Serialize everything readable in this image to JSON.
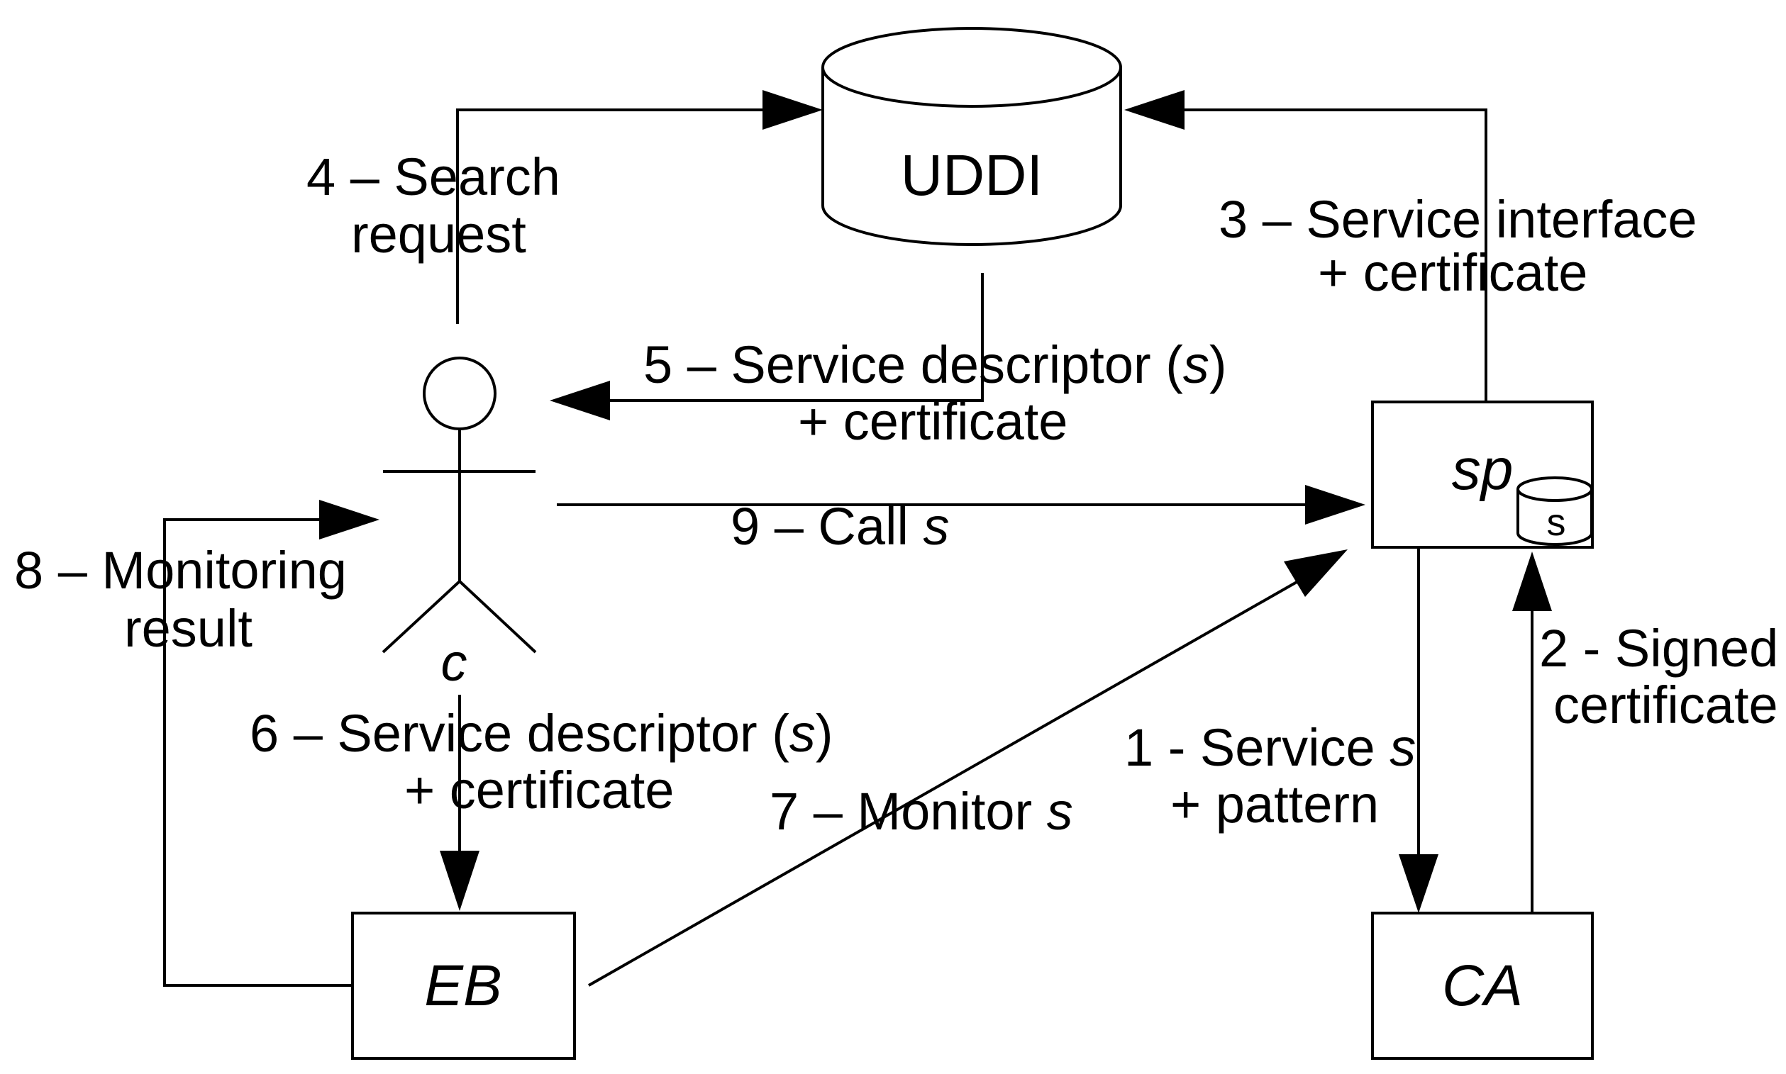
{
  "nodes": {
    "uddi": "UDDI",
    "consumer": "c",
    "service_provider": "sp",
    "service_store": "s",
    "eb": "EB",
    "ca": "CA"
  },
  "edges": {
    "e1": {
      "line1_text": "1 - Service ",
      "line1_var": "s",
      "line2": "+ pattern"
    },
    "e2": {
      "line1": "2 - Signed",
      "line2": "certificate"
    },
    "e3": {
      "line1": "3 – Service interface",
      "line2": "+ certificate"
    },
    "e4": {
      "line1": "4 – Search",
      "line2": "request"
    },
    "e5": {
      "line1_text": "5 – Service descriptor (",
      "line1_var": "s",
      "line1_close": ")",
      "line2": "+ certificate"
    },
    "e6": {
      "line1_text": "6 – Service descriptor (",
      "line1_var": "s",
      "line1_close": ")",
      "line2": "+ certificate"
    },
    "e7": {
      "text": "7 – Monitor ",
      "var": "s"
    },
    "e8": {
      "line1": "8 – Monitoring",
      "line2": "result"
    },
    "e9": {
      "text": "9 – Call ",
      "var": "s"
    }
  }
}
